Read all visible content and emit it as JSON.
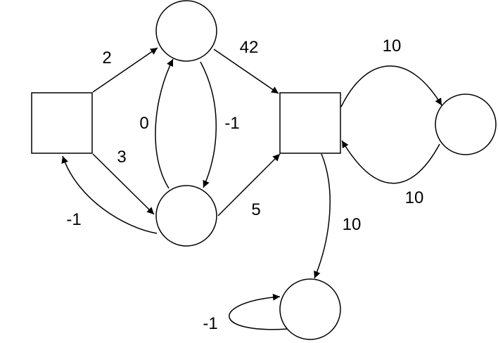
{
  "diagram": {
    "edges": [
      {
        "from": "square-left",
        "to": "circle-top",
        "label": "2"
      },
      {
        "from": "square-left",
        "to": "circle-middle",
        "label": "3"
      },
      {
        "from": "circle-middle",
        "to": "square-left",
        "label": "-1"
      },
      {
        "from": "circle-middle",
        "to": "circle-top",
        "label": "0"
      },
      {
        "from": "circle-top",
        "to": "circle-middle",
        "label": "-1"
      },
      {
        "from": "circle-top",
        "to": "square-right",
        "label": "42"
      },
      {
        "from": "circle-middle",
        "to": "square-right",
        "label": "5"
      },
      {
        "from": "square-right",
        "to": "circle-right",
        "label": "10"
      },
      {
        "from": "circle-right",
        "to": "square-right",
        "label": "10"
      },
      {
        "from": "square-right",
        "to": "circle-bottom",
        "label": "10"
      },
      {
        "from": "circle-bottom",
        "to": "circle-bottom",
        "label": "-1"
      }
    ]
  }
}
